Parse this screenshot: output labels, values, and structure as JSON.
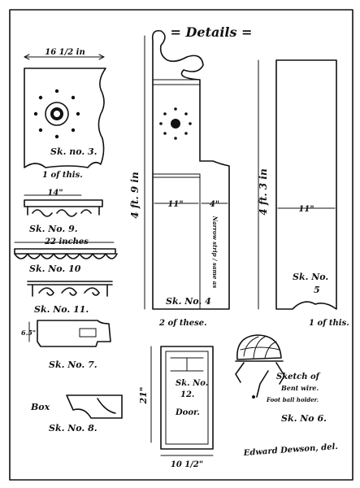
{
  "title": "= Details =",
  "parts": {
    "sk3": {
      "width": "16 1/2 in",
      "label": "Sk. no. 3.",
      "count": "1 of this."
    },
    "sk9": {
      "width": "14\"",
      "label": "Sk. No. 9."
    },
    "sk10": {
      "width": "22 inches",
      "label": "Sk. No. 10"
    },
    "sk11": {
      "label": "Sk. No. 11."
    },
    "sk7": {
      "height": "6.5\"",
      "label": "Sk. No. 7."
    },
    "sk8": {
      "prefix": "Box",
      "label": "Sk. No. 8."
    },
    "sk4": {
      "height": "4 ft. 9 in",
      "width": "11\"",
      "side_width": "4\"",
      "side_note": "Narrow strip / same as",
      "label": "Sk. No. 4",
      "count": "2 of these."
    },
    "sk5": {
      "height": "4 ft. 3 in",
      "width": "11\"",
      "label_a": "Sk. No.",
      "label_b": "5",
      "count": "1 of this."
    },
    "sk12": {
      "height": "21\"",
      "width": "10 1/2\"",
      "label_a": "Sk. No.",
      "label_b": "12.",
      "label_c": "Door."
    },
    "sk6": {
      "caption_a": "Sketch of",
      "caption_b": "Bent wire.",
      "caption_c": "Foot ball holder.",
      "label": "Sk. No 6."
    }
  },
  "signature": "Edward Dewson, del."
}
